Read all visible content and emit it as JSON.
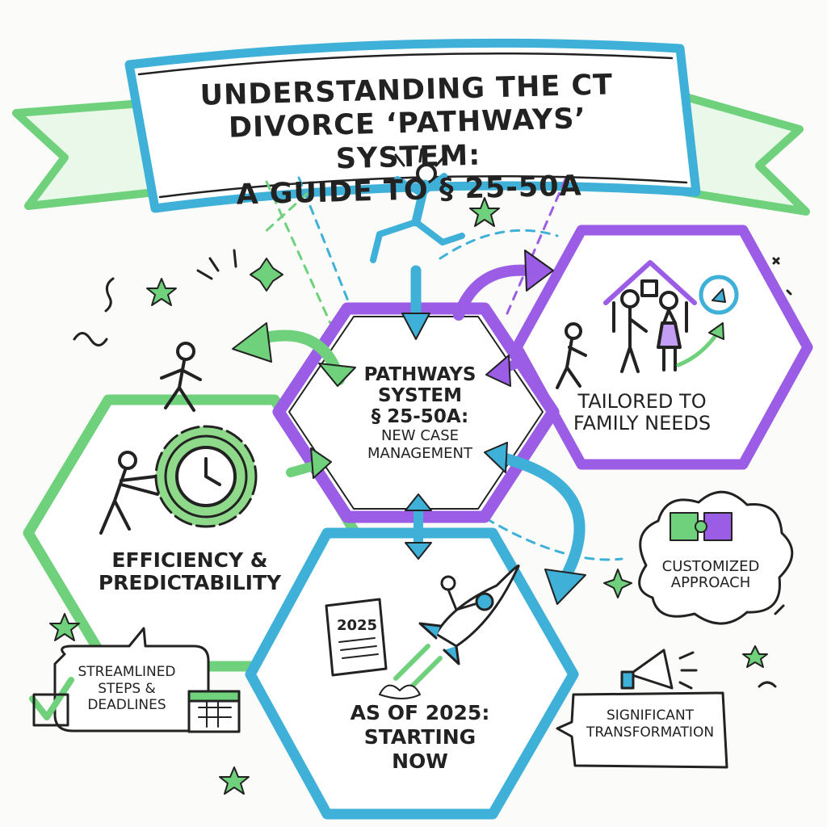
{
  "title": {
    "lines": [
      "Understanding the CT",
      "Divorce ‘Pathways’ System:",
      "A Guide to § 25-50A"
    ]
  },
  "nodes": {
    "center": {
      "line1": "Pathways",
      "line2": "System",
      "line3": "§ 25-50A:",
      "sub1": "New Case",
      "sub2": "Management"
    },
    "family": {
      "line1": "Tailored to",
      "line2": "Family Needs"
    },
    "efficiency": {
      "line1": "Efficiency &",
      "line2": "Predictability"
    },
    "now": {
      "line1": "As of 2025:",
      "line2": "Starting",
      "line3": "Now"
    }
  },
  "callouts": {
    "customized": {
      "line1": "Customized",
      "line2": "Approach"
    },
    "streamlined": {
      "line1": "Streamlined",
      "line2": "Steps &",
      "line3": "Deadlines"
    },
    "transformation": {
      "line1": "Significant",
      "line2": "Transformation"
    },
    "doc_year": "2025"
  },
  "colors": {
    "green": "#6fd17c",
    "purple": "#9b5de5",
    "blue": "#3fb0d8",
    "ink": "#222222"
  },
  "icons": [
    "clock-gear-icon",
    "house-family-icon",
    "compass-icon",
    "rocket-icon",
    "document-icon",
    "puzzle-icon",
    "megaphone-icon",
    "calendar-icon",
    "checkmark-icon",
    "star-icon"
  ]
}
